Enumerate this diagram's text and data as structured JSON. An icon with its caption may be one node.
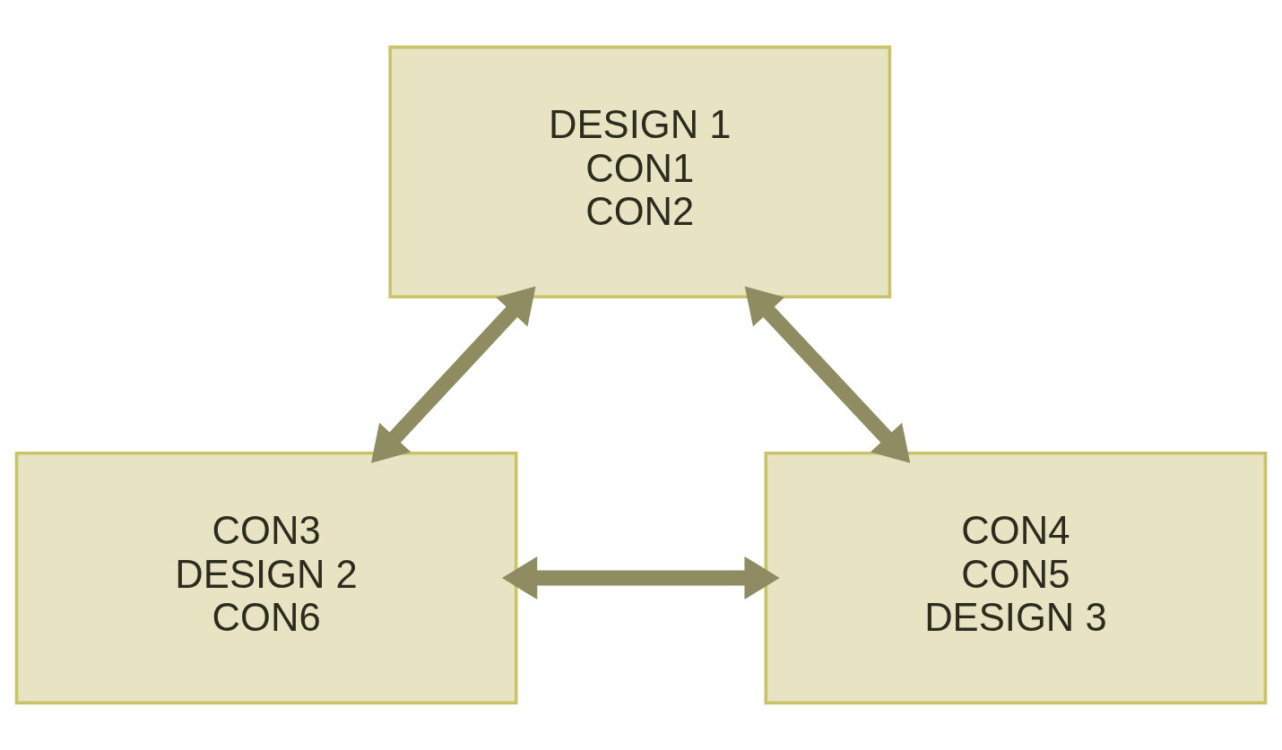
{
  "diagram": {
    "nodes": [
      {
        "text": [
          "DESIGN 1",
          "CON1",
          "CON2"
        ]
      },
      {
        "text": [
          "CON3",
          "DESIGN 2",
          "CON6"
        ]
      },
      {
        "text": [
          "CON4",
          "CON5",
          "DESIGN 3"
        ]
      }
    ],
    "edges": [
      {
        "from": 0,
        "to": 1,
        "arrow": "both"
      },
      {
        "from": 0,
        "to": 2,
        "arrow": "both"
      },
      {
        "from": 1,
        "to": 2,
        "arrow": "both"
      }
    ]
  }
}
